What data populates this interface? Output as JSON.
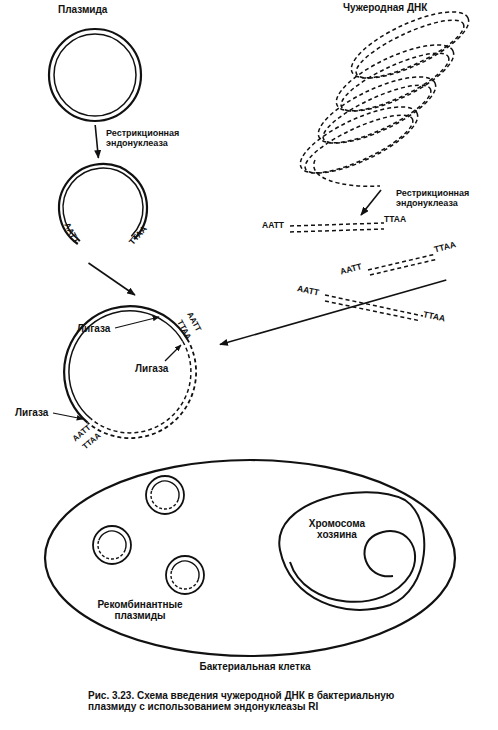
{
  "diagram": {
    "caption": "Рис. 3.23. Схема введения чужеродной ДНК в бактериальную плазмиду с использованием эндонуклеазы RI",
    "nodes": [
      {
        "text": [
          "Плазмида"
        ]
      },
      {
        "text": [
          "Чужеродная ДНК"
        ]
      },
      {
        "text": [
          "AATT",
          "TTAA"
        ]
      },
      {
        "text": [
          "AATT",
          "TTAA"
        ]
      },
      {
        "text": [
          "AATT",
          "TTAA"
        ]
      },
      {
        "text": [
          "AATT",
          "TTAA"
        ]
      },
      {
        "text": [
          "Лигаза",
          "Лигаза",
          "Лигаза",
          "AATT",
          "TTAA",
          "AATT",
          "TTAA"
        ]
      },
      {
        "text": [
          "Рекомбинантные плазмиды",
          "Бактериальная клетка"
        ]
      },
      {
        "text": [
          "Хромосома хозяина"
        ],
        "in": 7
      }
    ],
    "edges": [
      {
        "from": 0,
        "to": 2,
        "arrow": "to",
        "label": "Рестрикционная эндонуклеаза"
      },
      {
        "from": 2,
        "to": 6,
        "arrow": "to"
      },
      {
        "from": 1,
        "to": 3,
        "arrow": "to",
        "label": "Рестрикционная эндонуклеаза"
      },
      {
        "from": 4,
        "to": 6,
        "arrow": "to"
      }
    ]
  }
}
